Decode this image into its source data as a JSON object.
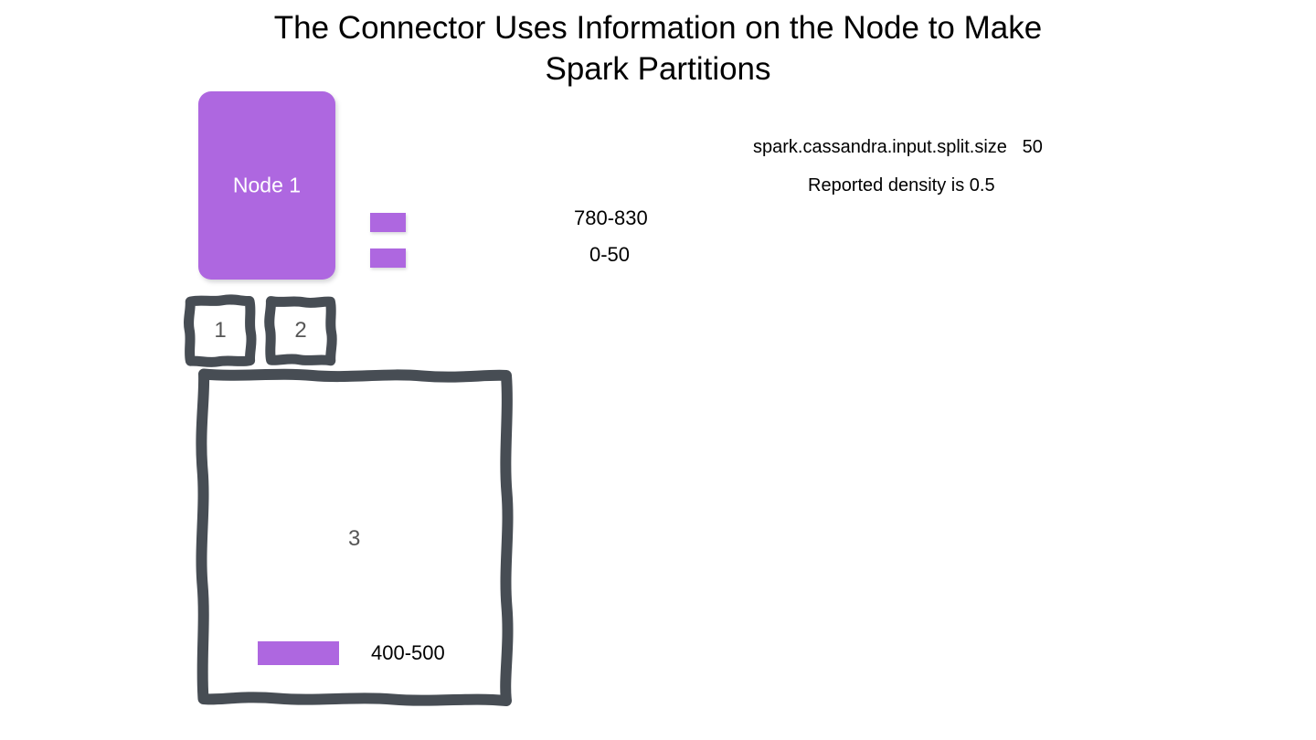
{
  "slide": {
    "title": "The Connector Uses Information on the Node to Make\nSpark Partitions",
    "background_color": "#ffffff"
  },
  "colors": {
    "purple": "#ae67e0",
    "sketch_border": "#474d54",
    "number_text": "#565656",
    "body_text": "#000000",
    "node_label_text": "#ffffff"
  },
  "node": {
    "label": "Node 1"
  },
  "token_ranges": [
    {
      "name": "token-range-top",
      "label": "780-830"
    },
    {
      "name": "token-range-bottom",
      "label": "0-50"
    }
  ],
  "config": {
    "setting_line": "spark.cassandra.input.split.size   50",
    "setting_key": "spark.cassandra.input.split.size",
    "setting_value": "50",
    "density_line": "Reported density is 0.5"
  },
  "partitions": [
    {
      "number": "1"
    },
    {
      "number": "2"
    },
    {
      "number": "3"
    }
  ],
  "inner_range": {
    "label": "400-500"
  }
}
